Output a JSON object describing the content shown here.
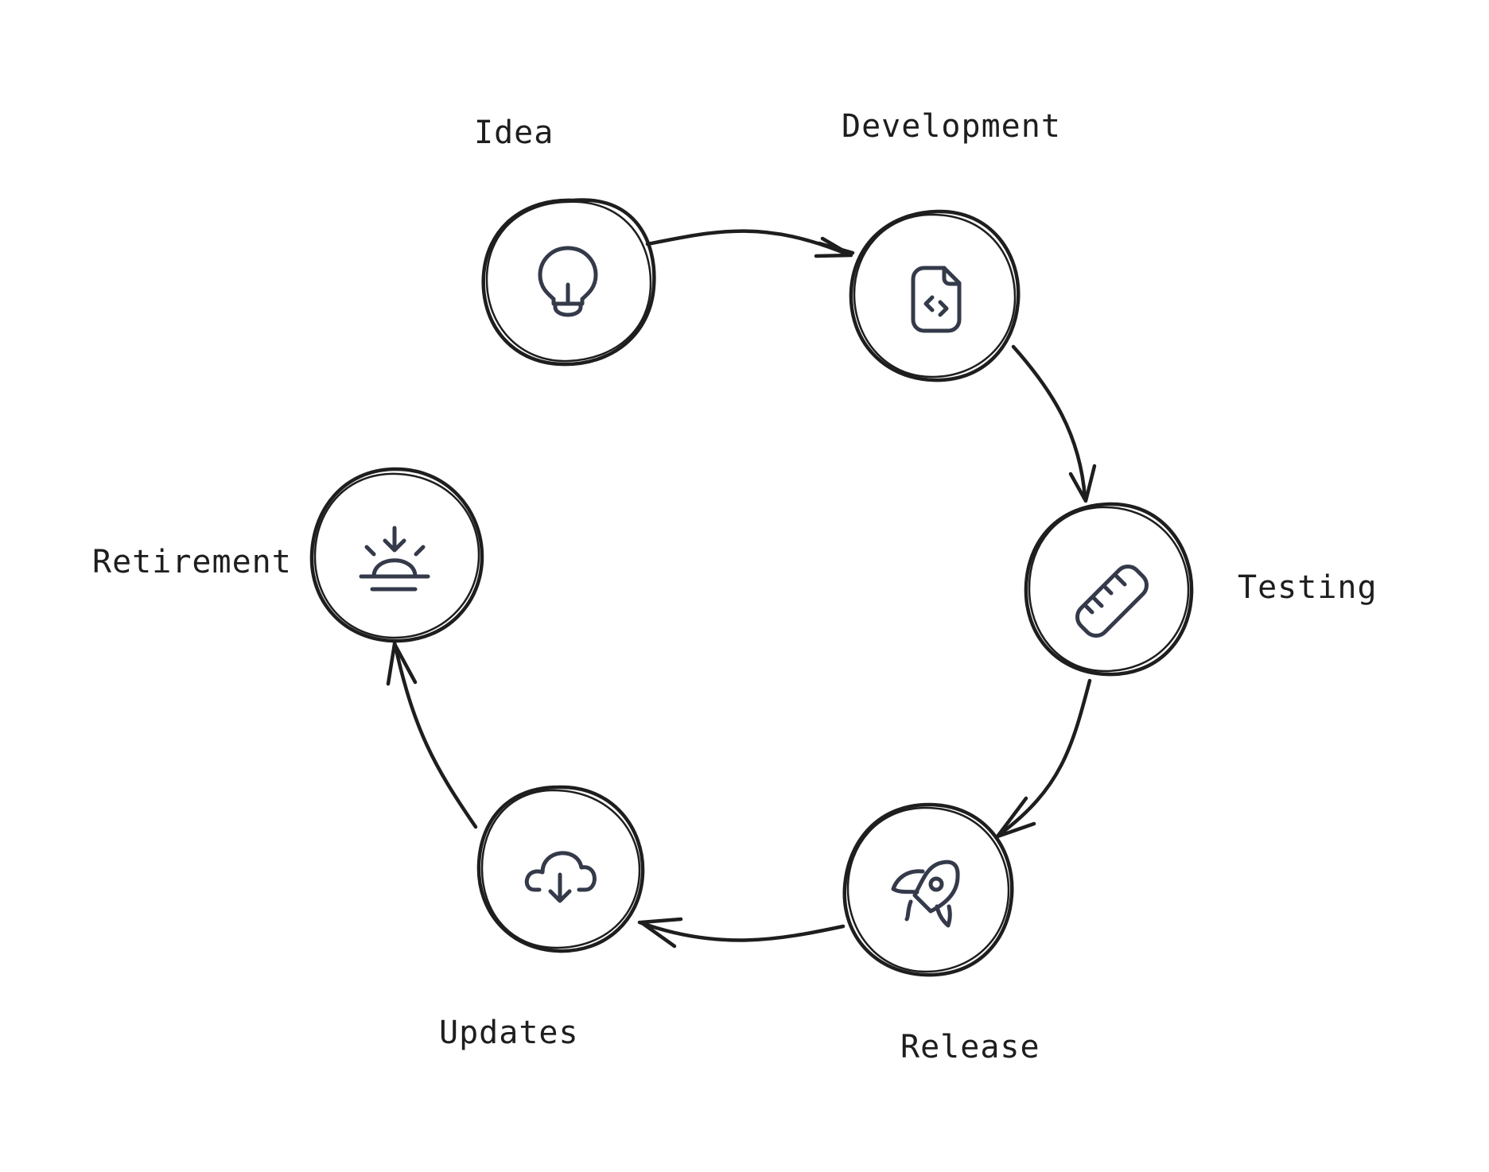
{
  "stages": {
    "idea": {
      "label": "Idea",
      "icon": "lightbulb-icon"
    },
    "development": {
      "label": "Development",
      "icon": "file-code-icon"
    },
    "testing": {
      "label": "Testing",
      "icon": "ruler-icon"
    },
    "release": {
      "label": "Release",
      "icon": "rocket-icon"
    },
    "updates": {
      "label": "Updates",
      "icon": "cloud-download-icon"
    },
    "retirement": {
      "label": "Retirement",
      "icon": "sunset-icon"
    }
  },
  "colors": {
    "stroke": "#1e1e1e",
    "icon": "#343a4a",
    "background": "#ffffff"
  }
}
